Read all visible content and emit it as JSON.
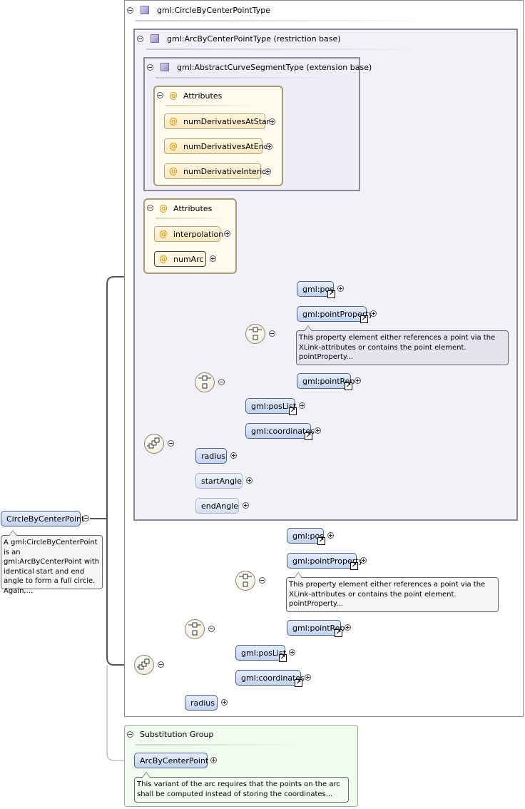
{
  "root": {
    "label": "CircleByCenterPoint",
    "doc": "A gml:CircleByCenterPoint is an gml:ArcByCenterPoint with identical start and end angle to form a full circle. Again,..."
  },
  "types": {
    "circle_type": "gml:CircleByCenterPointType",
    "arc_type": "gml:ArcByCenterPointType (restriction base)",
    "abstract_type": "gml:AbstractCurveSegmentType (extension base)"
  },
  "attributes_inner": {
    "title": "Attributes",
    "items": [
      "numDerivativesAtStart",
      "numDerivativesAtEnd",
      "numDerivativeInterior"
    ]
  },
  "attributes_outer": {
    "title": "Attributes",
    "items": [
      "interpolation",
      "numArc"
    ]
  },
  "upper": {
    "choice_items": [
      "gml:pos",
      "gml:pointProperty",
      "gml:pointRep"
    ],
    "doc": "This property element either references a point via the XLink-attributes or contains the point element. pointProperty...",
    "seq_items": [
      "gml:posList",
      "gml:coordinates"
    ],
    "elements": [
      "radius",
      "startAngle",
      "endAngle"
    ]
  },
  "lower": {
    "choice_items": [
      "gml:pos",
      "gml:pointProperty",
      "gml:pointRep"
    ],
    "doc": "This property element either references a point via the XLink-attributes or contains the point element. pointProperty...",
    "seq_items": [
      "gml:posList",
      "gml:coordinates"
    ],
    "elements": [
      "radius"
    ]
  },
  "substitution": {
    "title": "Substitution Group",
    "item": "ArcByCenterPoint",
    "doc": "This variant of the arc requires that the points on the arc shall be computed instead of storing the coordinates..."
  },
  "colors": {
    "element_fill": "#c1d2ee",
    "attribute_fill": "#f9e8c0",
    "attribute_symbol": "#e3a21c",
    "substitution_fill": "#f1fbef"
  }
}
